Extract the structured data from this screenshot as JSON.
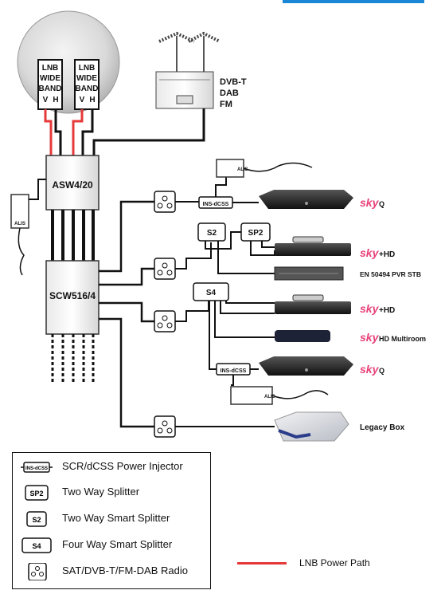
{
  "lnb": {
    "l1": "LNB",
    "l2": "WIDE",
    "l3": "BAND",
    "v": "V",
    "h": "H"
  },
  "aerial": {
    "l1": "DVB-T",
    "l2": "DAB",
    "l3": "FM"
  },
  "switches": {
    "asw": "ASW4/20",
    "scw": "SCW516/4"
  },
  "alis": "ALIS",
  "injector_label": "INS-dCSS",
  "splitters": {
    "s2": "S2",
    "sp2": "SP2",
    "s4": "S4"
  },
  "devices": {
    "skyq_1": {
      "brand": "sky",
      "model": "Q"
    },
    "sky_hd_1": {
      "brand": "sky",
      "model": "+HD"
    },
    "pvr": "EN 50494 PVR STB",
    "sky_hd_2": {
      "brand": "sky",
      "model": "+HD"
    },
    "multiroom": {
      "brand": "sky",
      "model": "HD Multiroom"
    },
    "skyq_2": {
      "brand": "sky",
      "model": "Q"
    },
    "legacy": "Legacy Box"
  },
  "legend": [
    {
      "icon": "ins-dcss",
      "label": "SCR/dCSS Power Injector"
    },
    {
      "icon": "sp2",
      "label": "Two Way Splitter"
    },
    {
      "icon": "s2",
      "label": "Two Way Smart Splitter"
    },
    {
      "icon": "s4",
      "label": "Four Way Smart Splitter"
    },
    {
      "icon": "outlet",
      "label": "SAT/DVB-T/FM-DAB Radio"
    }
  ],
  "power_path_label": "LNB Power Path",
  "colors": {
    "power_path": "#e5393a",
    "sky_brand": "#e8407a",
    "accent_bar": "#1a86d6"
  }
}
